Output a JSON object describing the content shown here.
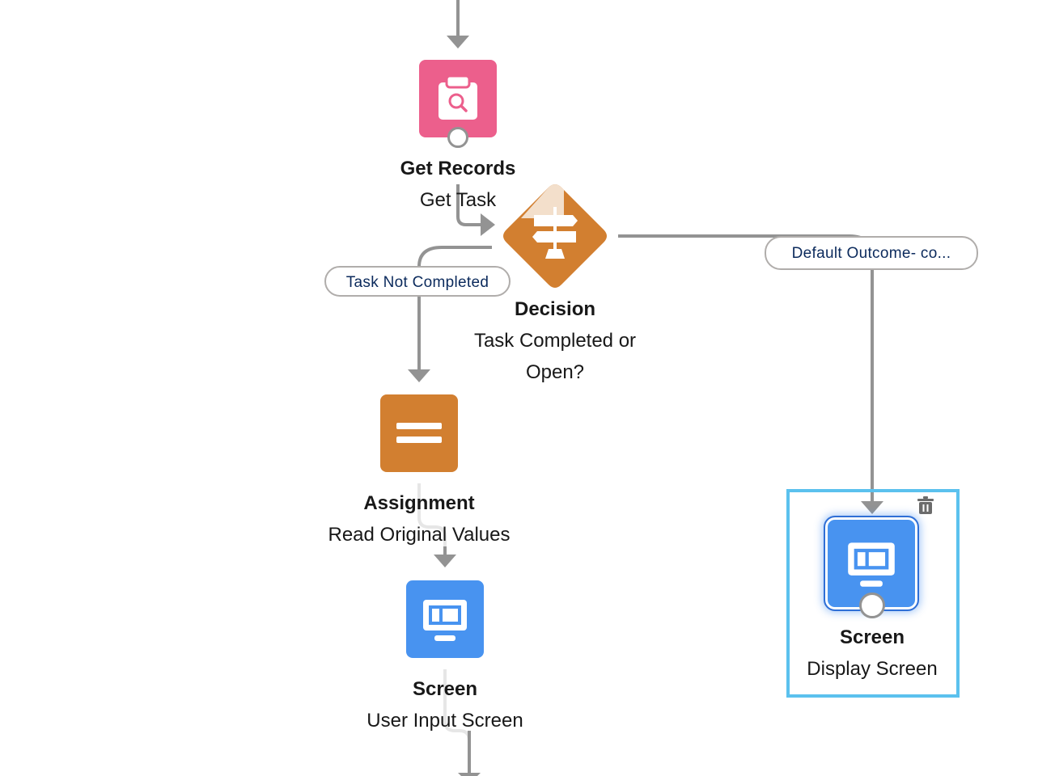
{
  "colors": {
    "connector": "#939393",
    "get_records": "#ec5f8c",
    "decision": "#d27f30",
    "assignment": "#d27f30",
    "screen": "#4893f0",
    "selection": "#5bc1ee",
    "outcome_text": "#0b2a5c"
  },
  "nodes": {
    "get_records": {
      "type": "Get Records",
      "label": "Get Task",
      "icon": "clipboard-search-icon"
    },
    "decision": {
      "type": "Decision",
      "label_line1": "Task Completed or",
      "label_line2": "Open?",
      "icon": "signpost-icon"
    },
    "assignment": {
      "type": "Assignment",
      "label": "Read Original Values",
      "icon": "equals-icon"
    },
    "screen_input": {
      "type": "Screen",
      "label": "User Input Screen",
      "icon": "monitor-icon"
    },
    "screen_display": {
      "type": "Screen",
      "label": "Display Screen",
      "icon": "monitor-icon",
      "selected": true,
      "action_icon": "trash-icon"
    }
  },
  "outcomes": {
    "not_completed": "Task Not Completed",
    "default": "Default Outcome- co..."
  }
}
